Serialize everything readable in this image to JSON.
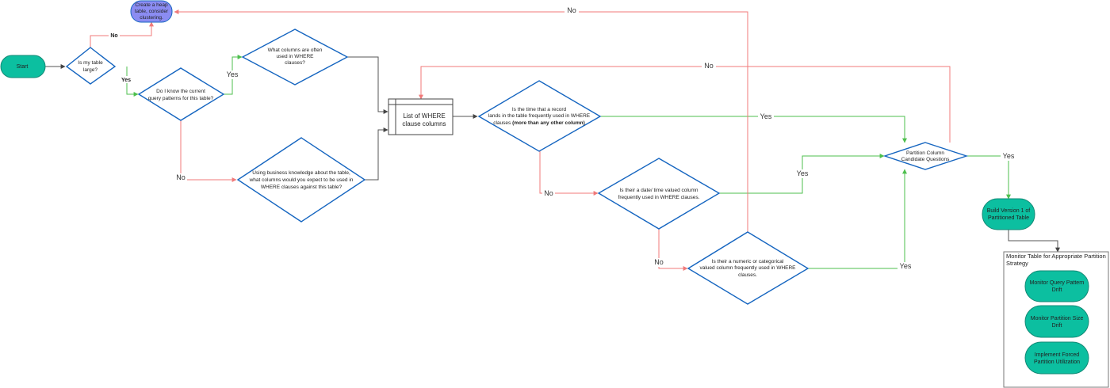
{
  "nodes": {
    "start": "Start",
    "heap": [
      "Create a heap",
      "table, consider",
      "clustering."
    ],
    "is_large": [
      "Is my table",
      "large?"
    ],
    "know_patterns": [
      "Do I know the current",
      "query patterns for this table?"
    ],
    "often_used": [
      "What columns are often",
      "used in WHERE",
      "clauses?"
    ],
    "business_knowledge": [
      "Using business knowledge about the table,",
      "what columns would you expect to be used in",
      "WHERE clauses against this table?"
    ],
    "where_list": [
      "List of WHERE",
      "clause columns"
    ],
    "time_record": {
      "lines": [
        "Is the time that a record",
        "lands in the table frequently used in WHERE"
      ],
      "last_plain": "clauses ",
      "last_bold": "(more than any other column)"
    },
    "date_time": [
      "Is their a date/ time valued column",
      "frequently used in WHERE clauses."
    ],
    "numeric_cat": [
      "Is their a numeric or categorical",
      "valued column frequently used in WHERE",
      "clauses."
    ],
    "partition_q": [
      "Partition Column",
      "Candidate Questions"
    ],
    "build_v1": [
      "Build Version 1 of",
      "Partitioned Table"
    ],
    "monitor_container": [
      "Monitor Table for Appropriate Partition",
      "Strategy"
    ],
    "monitor_query": [
      "Monitor Query Pattern",
      "Drift"
    ],
    "monitor_size": [
      "Monitor Partition Size",
      "Drift"
    ],
    "implement_forced": [
      "Implement Forced",
      "Partition Utilization"
    ]
  },
  "edge_labels": {
    "large_no": "No",
    "large_yes": "Yes",
    "know_yes": "Yes",
    "know_no": "No",
    "time_yes": "Yes",
    "time_no": "No",
    "date_yes": "Yes",
    "date_no": "No",
    "numeric_yes": "Yes",
    "numeric_no": "No",
    "partition_yes": "Yes",
    "partition_no": "No"
  },
  "colors": {
    "teal": "#0cbfa0",
    "teal_stroke": "#138a76",
    "purple": "#8b8cf2",
    "diamond_stroke": "#1565c0",
    "edge_green": "#4dbf4d",
    "edge_red": "#f07a7a",
    "edge_gray": "#555555"
  }
}
